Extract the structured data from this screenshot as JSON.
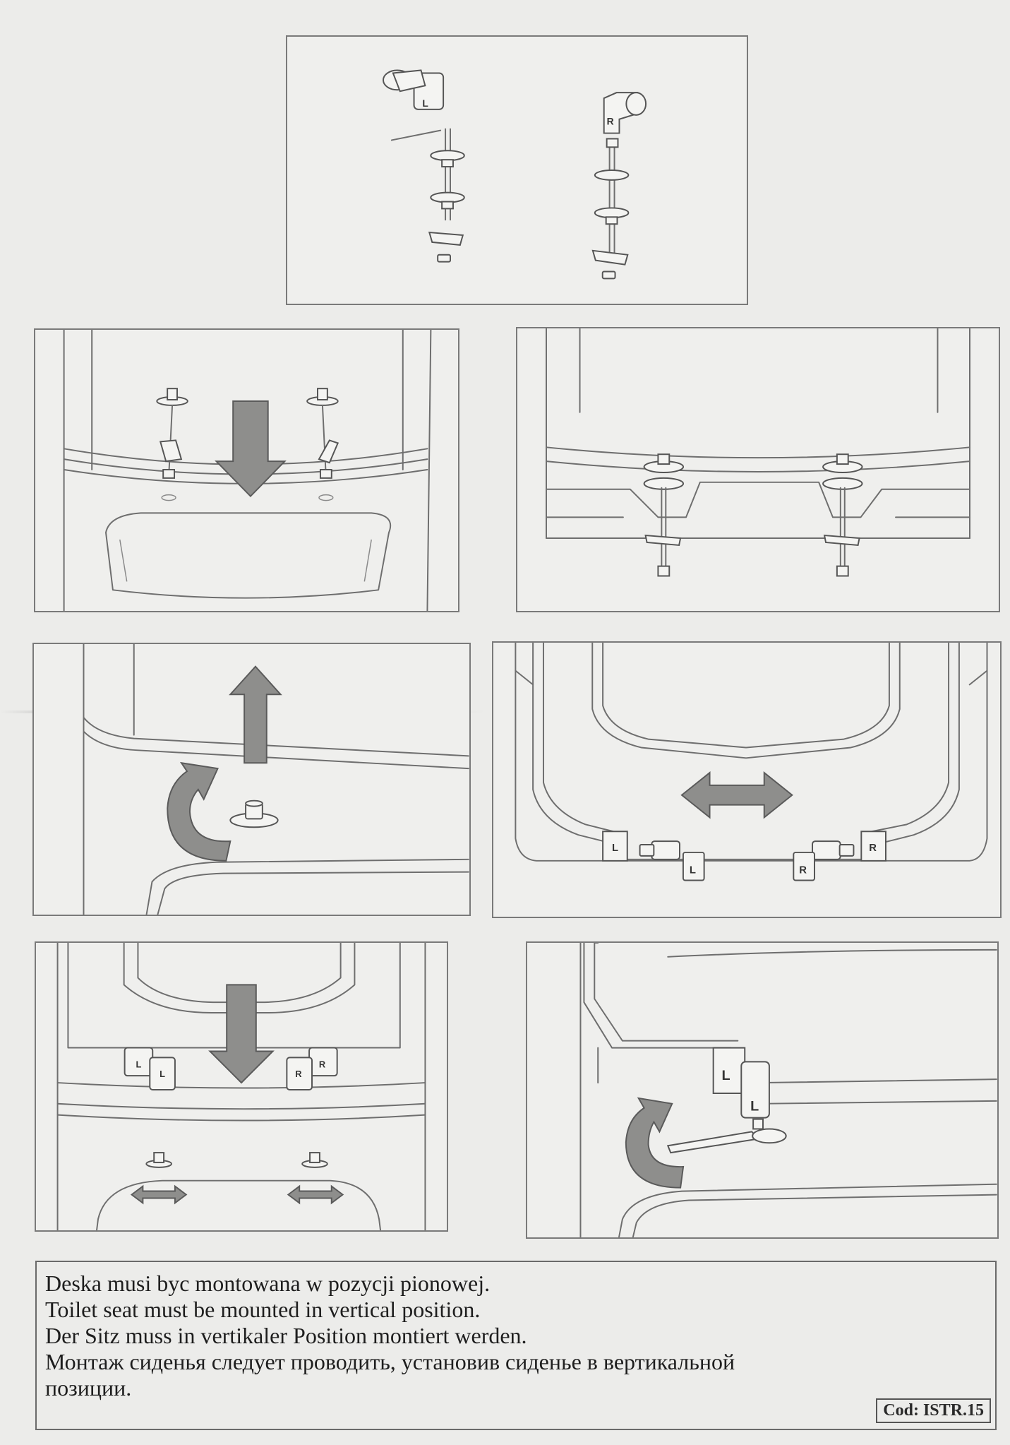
{
  "panels": {
    "parts": {
      "left_label": "L",
      "right_label": "R"
    },
    "step4": {
      "label_l1": "L",
      "label_l2": "L",
      "label_r1": "R",
      "label_r2": "R"
    },
    "step5": {
      "label_l1": "L",
      "label_l2": "L",
      "label_r1": "R",
      "label_r2": "R"
    },
    "step6": {
      "label_l1": "L",
      "label_l2": "L"
    }
  },
  "instructions": {
    "lines": [
      "Deska musi byc montowana w pozycji pionowej.",
      "Toilet seat must be mounted in vertical position.",
      "Der Sitz muss in vertikaler Position montiert werden.",
      "Монтаж сиденья следует проводить, установив сиденье в вертикальной",
      "позиции."
    ],
    "code": "Cod: ISTR.15"
  },
  "colors": {
    "background": "#ececea",
    "line": "#6e6e6e",
    "arrow": "#8e8e8c"
  }
}
